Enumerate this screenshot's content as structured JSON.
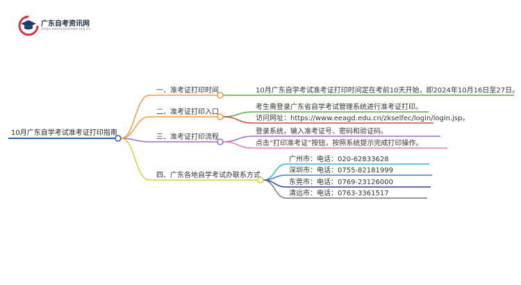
{
  "logo": {
    "title": "广东自考资讯网",
    "subtitle": "zikao.danluoxiaxiao.org.cn",
    "colors": {
      "red": "#d9323c",
      "navy": "#1f3a6b"
    }
  },
  "mindmap": {
    "root": "10月广东自学考试准考证打印指南",
    "branches": [
      {
        "label": "一、准考证打印时间",
        "color": "#f39a3e",
        "leaves": [
          {
            "text": "10月广东自学考试准考证打印时间定在考前10天开始，即2024年10月16日至27日。",
            "color": "#5aaa3c"
          }
        ]
      },
      {
        "label": "二、准考证打印入口",
        "color": "#f39a3e",
        "leaves": [
          {
            "text": "考生需登录广东省自学考试管理系统进行准考证打印。",
            "color": "#5aaa3c"
          },
          {
            "text": "访问网址：https://www.eeagd.edu.cn/zkselfec/login/login.jsp。",
            "color": "#d9463c"
          }
        ]
      },
      {
        "label": "三、准考证打印流程",
        "color": "#9b6bc9",
        "leaves": [
          {
            "text": "登录系统，输入准考证号、密码和验证码。",
            "color": "#9b6bc9"
          },
          {
            "text": "点击“打印准考证”按钮，按照系统提示完成打印操作。",
            "color": "#e47bb2"
          }
        ]
      },
      {
        "label": "四、广东各地自学考试办联系方式",
        "color": "#d6cf3a",
        "leaves": [
          {
            "text": "广州市：电话：020-62833628",
            "color": "#2bb6d6"
          },
          {
            "text": "深圳市：电话：0755-82181999",
            "color": "#3a7fc9"
          },
          {
            "text": "东莞市：电话：0769-23126000",
            "color": "#2a3f8f"
          },
          {
            "text": "清远市：电话：0763-3361517",
            "color": "#777777"
          }
        ]
      }
    ],
    "root_line_color": "#2a5fa8"
  }
}
